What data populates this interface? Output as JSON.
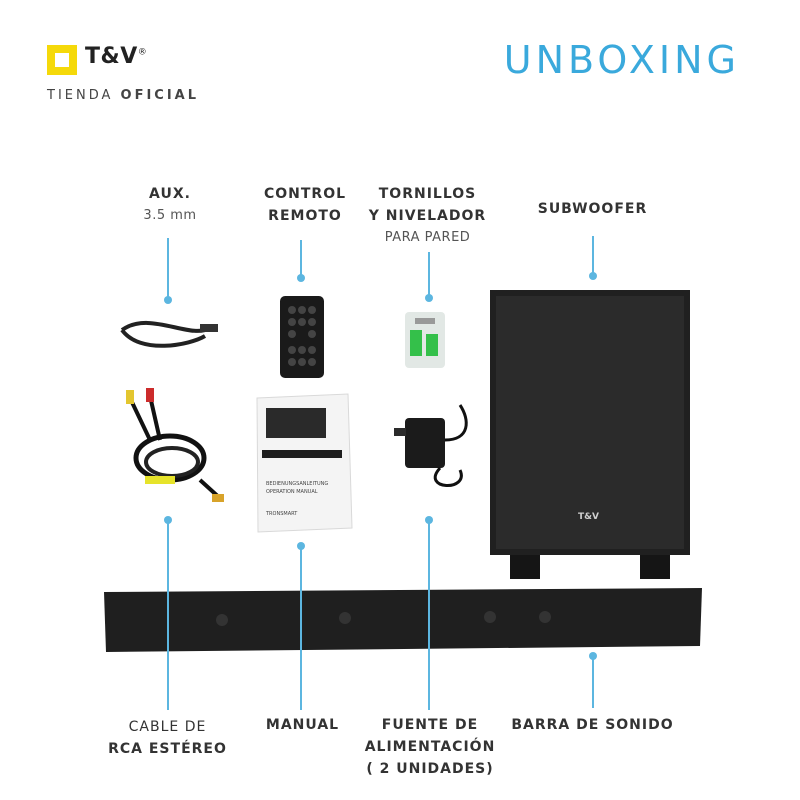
{
  "header": {
    "brand": "T&V",
    "reg_mark": "®",
    "tienda_word": "TIENDA",
    "oficial_word": "OFICIAL",
    "title": "UNBOXING"
  },
  "labels": {
    "aux": {
      "line1": "AUX.",
      "line2": "3.5 mm"
    },
    "control": {
      "line1": "CONTROL",
      "line2": "REMOTO"
    },
    "tornillos": {
      "line1": "TORNILLOS",
      "line2": "Y NIVELADOR",
      "line3": "PARA PARED"
    },
    "subwoofer": {
      "line1": "SUBWOOFER"
    },
    "rca": {
      "line1": "CABLE DE",
      "line2": "RCA ESTÉREO"
    },
    "manual": {
      "line1": "MANUAL"
    },
    "fuente": {
      "line1": "FUENTE DE",
      "line2": "ALIMENTACIÓN",
      "line3": "( 2 UNIDADES)"
    },
    "barra": {
      "line1": "BARRA DE SONIDO"
    }
  },
  "manual_cover": {
    "line1": "BEDIENUNGSANLEITUNG",
    "line2": "OPERATION MANUAL",
    "brand": "TRONSMART"
  },
  "subwoofer_badge": "T&V",
  "colors": {
    "accent": "#3aa9dc",
    "logo_yellow": "#f5d90a"
  }
}
